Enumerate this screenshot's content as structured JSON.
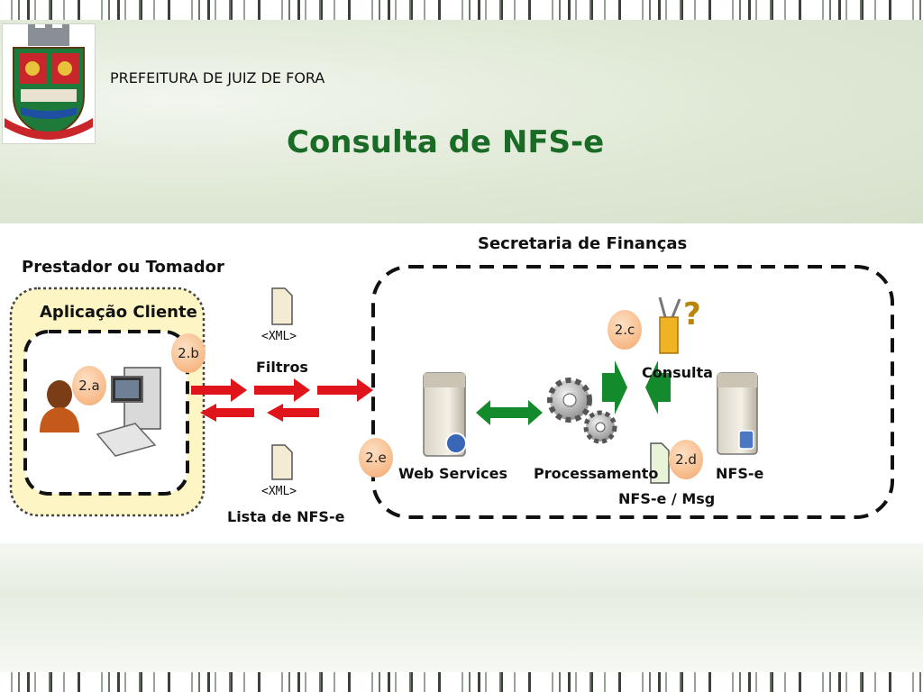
{
  "header": {
    "org_name": "PREFEITURA DE JUIZ DE FORA",
    "title": "Consulta de NFS-e"
  },
  "diagram": {
    "left_group_label": "Prestador ou Tomador",
    "app_label": "Aplicação Cliente",
    "right_group_label": "Secretaria de Finanças",
    "step_a": "2.a",
    "step_b": "2.b",
    "step_c": "2.c",
    "step_d": "2.d",
    "step_e": "2.e",
    "xml_tag": "<XML>",
    "filters_label": "Filtros",
    "list_label": "Lista de NFS-e",
    "web_services_label": "Web Services",
    "processing_label": "Processamento",
    "query_label": "Consulta",
    "nfse_db_label": "NFS-e",
    "nfse_msg_label": "NFS-e / Msg"
  },
  "colors": {
    "title_green": "#1a6b26",
    "arrow_red": "#e0141b",
    "arrow_green": "#138a2b"
  }
}
